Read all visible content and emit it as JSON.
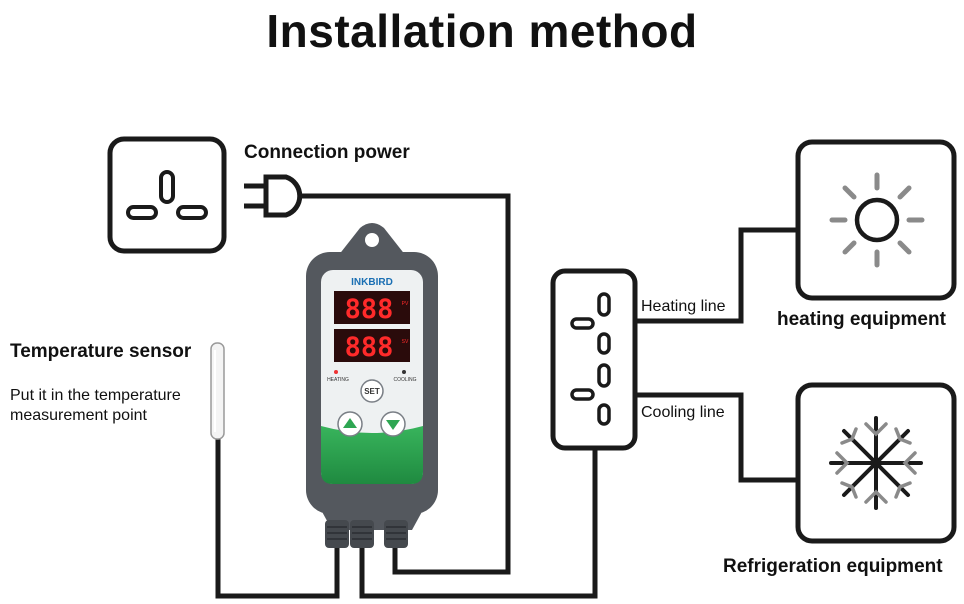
{
  "title": "Installation method",
  "labels": {
    "connection_power": "Connection power",
    "temperature_sensor": "Temperature sensor",
    "sensor_hint_line1": "Put it in the temperature",
    "sensor_hint_line2": "measurement point",
    "heating_line": "Heating line",
    "cooling_line": "Cooling line",
    "heating_equipment": "heating equipment",
    "refrigeration_equipment": "Refrigeration equipment"
  },
  "controller": {
    "brand": "INKBIRD",
    "pv_display": "888",
    "sv_display": "888",
    "pv_unit": "PV",
    "sv_unit": "SV",
    "heating_indicator": "HEATING",
    "cooling_indicator": "COOLING",
    "set_button": "SET"
  },
  "colors": {
    "line": "#1a1a1a",
    "controller_body": "#54585e",
    "panel": "#eef1f2",
    "display_bg": "#2a0b0b",
    "display_digits": "#ff2a2a",
    "accent_green": "#2ea652",
    "button_icon": "#2ea652",
    "equipment_icon": "#8a8a8a"
  }
}
